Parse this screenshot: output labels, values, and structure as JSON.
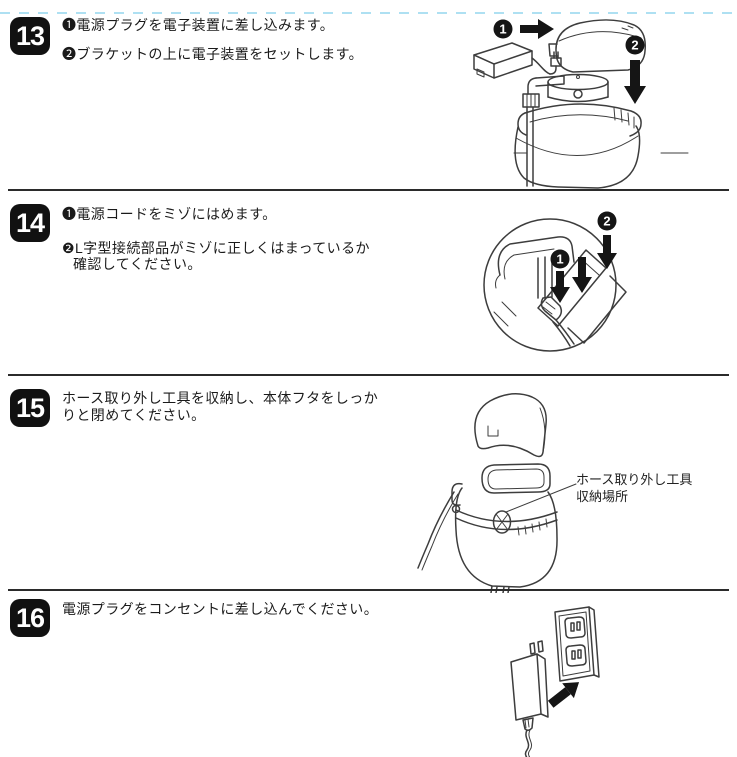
{
  "page": {
    "kind": "instruction-manual-page",
    "language": "ja"
  },
  "colors": {
    "badge_bg": "#111111",
    "line_art": "#3d3d3d",
    "cut_line": "#aee0f2",
    "divider": "#2b2b2b",
    "text": "#1a1a1a",
    "page_bg": "#ffffff"
  },
  "markers": {
    "n1": "1",
    "n2": "2"
  },
  "steps": [
    {
      "number": "13",
      "lines": [
        "❶電源プラグを電子装置に差し込みます。",
        "❷ブラケットの上に電子装置をセットします。"
      ]
    },
    {
      "number": "14",
      "lines": [
        "❶電源コードをミゾにはめます。",
        "❷L字型接続部品がミゾに正しくはまっているか",
        "確認してください。"
      ]
    },
    {
      "number": "15",
      "lines": [
        "ホース取り外し工具を収納し、本体フタをしっか",
        "りと閉めてください。"
      ]
    },
    {
      "number": "16",
      "lines": [
        "電源プラグをコンセントに差し込んでください。"
      ]
    }
  ],
  "annotations": {
    "step15_label_line1": "ホース取り外し工具",
    "step15_label_line2": "収納場所"
  }
}
